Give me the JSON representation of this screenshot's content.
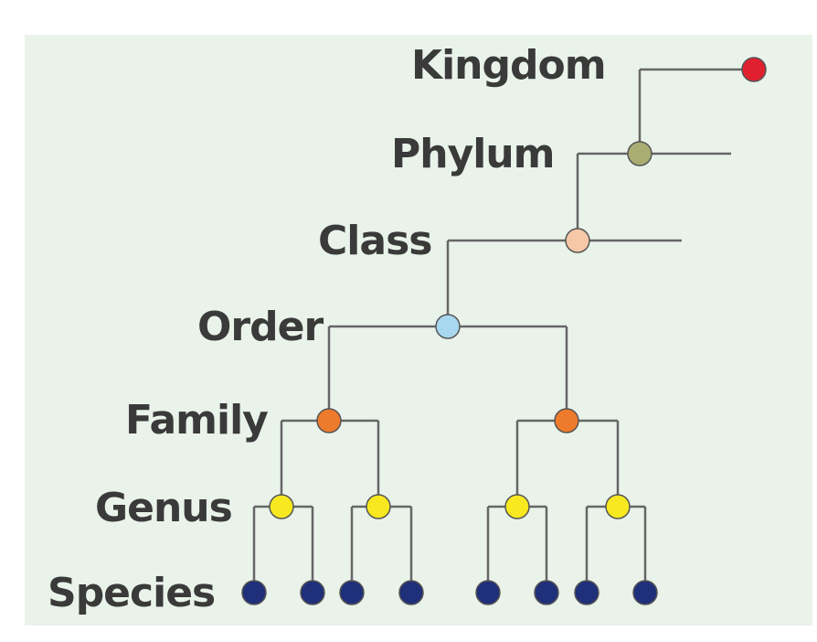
{
  "ranks": {
    "kingdom": "Kingdom",
    "phylum": "Phylum",
    "class": "Class",
    "order": "Order",
    "family": "Family",
    "genus": "Genus",
    "species": "Species"
  },
  "colors": {
    "background": "#e9f3ea",
    "line": "#666666",
    "kingdom": "#e0202e",
    "phylum": "#a9ad72",
    "class": "#f6c8a8",
    "order": "#a8d8f0",
    "family": "#ee7a2c",
    "genus": "#f7e81f",
    "species": "#1f2f7a"
  }
}
